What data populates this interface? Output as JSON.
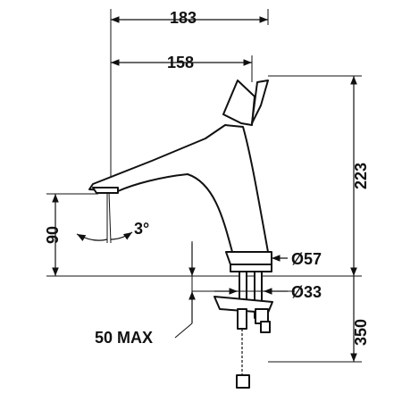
{
  "dimensions": {
    "overall_width": "183",
    "spout_reach": "158",
    "overall_height": "223",
    "spout_height": "90",
    "spout_angle": "3°",
    "base_diameter": "Ø57",
    "hole_diameter": "Ø33",
    "deck_thickness": "50 MAX",
    "hose_length": "350"
  }
}
